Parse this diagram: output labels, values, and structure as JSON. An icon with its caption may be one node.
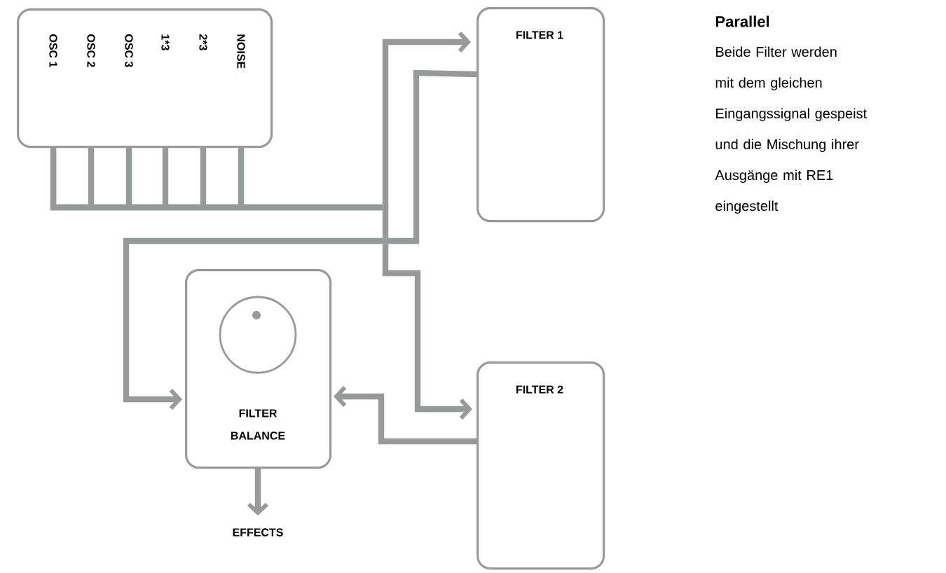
{
  "diagram": {
    "nodes": [
      {
        "text": [
          "OSC 1",
          "OSC 2",
          "OSC 3",
          "1*3",
          "2*3",
          "NOISE"
        ]
      },
      {
        "text": [
          "FILTER 1"
        ]
      },
      {
        "text": [
          "FILTER 2"
        ]
      },
      {
        "text": [
          "FILTER BALANCE"
        ]
      },
      {
        "text": [
          "EFFECTS"
        ]
      }
    ],
    "edges": [
      {
        "from": 0,
        "to": 1,
        "arrow": "to"
      },
      {
        "from": 0,
        "to": 2,
        "arrow": "to"
      },
      {
        "from": 1,
        "to": 3,
        "arrow": "to"
      },
      {
        "from": 2,
        "to": 3,
        "arrow": "to"
      },
      {
        "from": 3,
        "to": 4,
        "arrow": "to"
      }
    ],
    "labels": [
      "Parallel",
      "Beide Filter werden mit dem gleichen Eingangssignal gespeist und die Mischung ihrer Ausgänge mit RE1 eingestellt"
    ]
  }
}
